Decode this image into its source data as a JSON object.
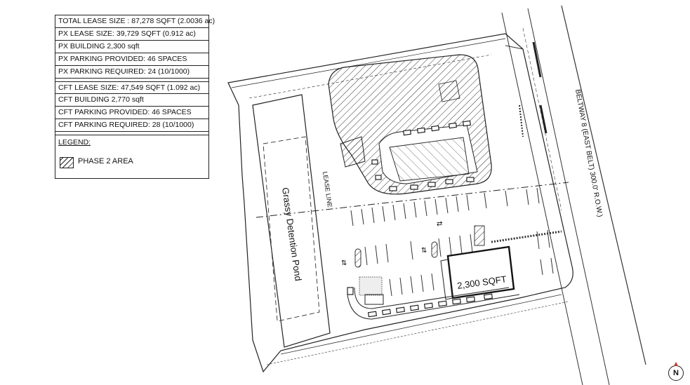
{
  "info_table": {
    "rows": [
      "TOTAL LEASE SIZE : 87,278 SQFT (2.0036 ac)",
      "PX LEASE SIZE: 39,729 SQFT (0.912 ac)",
      "PX BUILDING 2,300 sqft",
      "PX PARKING PROVIDED:  46 SPACES",
      "PX PARKING REQUIRED:  24 (10/1000)",
      "CFT LEASE SIZE: 47,549 SQFT (1.092 ac)",
      "CFT BUILDING 2,770 sqft",
      "CFT PARKING PROVIDED:  46 SPACES",
      "CFT PARKING REQUIRED:  28 (10/1000)"
    ],
    "legend_title": "LEGEND:",
    "legend_item": "PHASE 2 AREA"
  },
  "plan": {
    "pond_label": "Grassy Detention Pond",
    "lease_line_label": "LEASE LINE",
    "building_label": "2,300 SQFT",
    "road_label": "BELTWAY 8 (EAST BELT) 300.0' R.O.W.)"
  },
  "compass": {
    "label": "N",
    "accent": "#c0392b"
  }
}
